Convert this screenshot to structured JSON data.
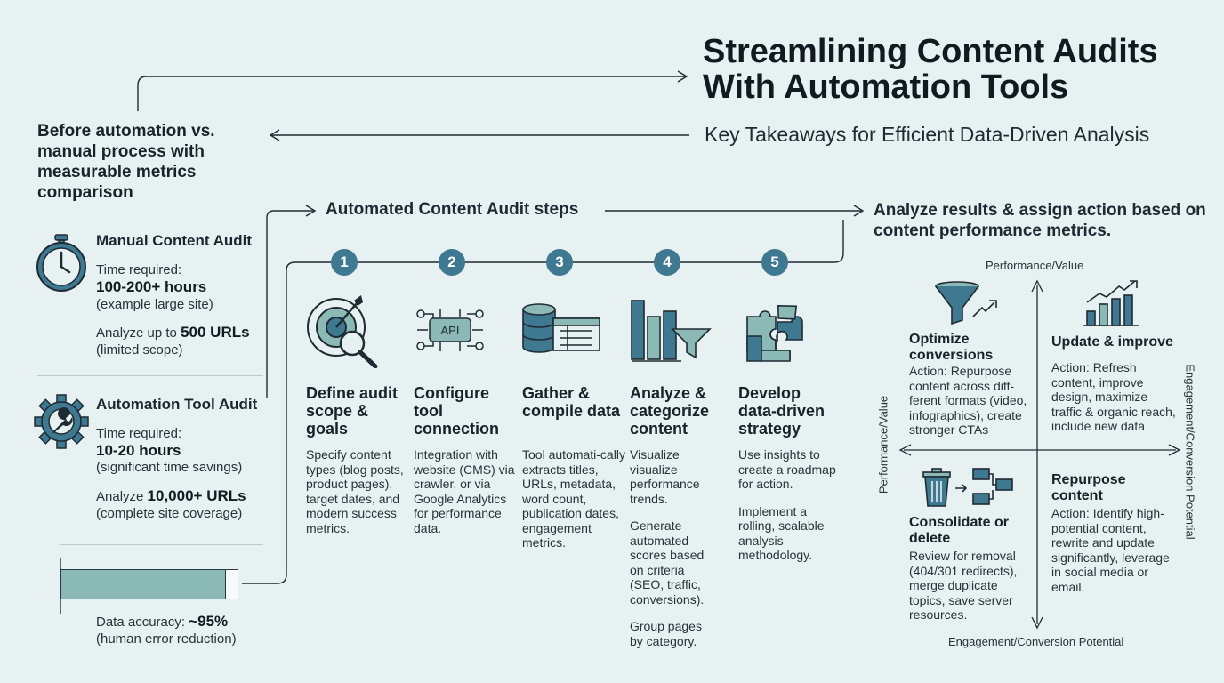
{
  "header": {
    "title": "Streamlining Content Audits With Automation Tools",
    "subtitle": "Key Takeaways for Efficient Data-Driven Analysis"
  },
  "intro": "Before automation vs. manual process with measurable metrics comparison",
  "manual": {
    "heading": "Manual Content Audit",
    "time_label": "Time required:",
    "time_value": "100-200+ hours",
    "time_note": "(example large site)",
    "analyze_prefix": "Analyze up to",
    "analyze_value": "500 URLs",
    "analyze_note": "(limited scope)"
  },
  "automated": {
    "heading": "Automation Tool Audit",
    "time_label": "Time required:",
    "time_value": "10-20 hours",
    "time_note": "(significant time savings)",
    "analyze_prefix": "Analyze",
    "analyze_value": "10,000+ URLs",
    "analyze_note": "(complete site coverage)"
  },
  "accuracy": {
    "label": "Data accuracy:",
    "value": "~95%",
    "note": "(human error reduction)",
    "fill": 0.93
  },
  "steps_heading": "Automated Content Audit steps",
  "steps": [
    {
      "num": "1",
      "title": "Define audit scope & goals",
      "icon": "target-magnifier-icon",
      "paragraphs": [
        "Specify content types (blog posts, product pages), target dates, and modern success metrics."
      ]
    },
    {
      "num": "2",
      "title": "Configure tool connection",
      "icon": "api-icon",
      "paragraphs": [
        "Integration with website (CMS) via crawler, or via Google Analytics for performance data."
      ]
    },
    {
      "num": "3",
      "title": "Gather & compile data",
      "icon": "database-table-icon",
      "paragraphs": [
        "Tool automati-cally extracts titles, URLs, metadata, word count, publication dates, engagement metrics."
      ]
    },
    {
      "num": "4",
      "title": "Analyze & categorize content",
      "icon": "chart-funnel-icon",
      "paragraphs": [
        "Visualize visualize performance trends.",
        "Generate automated scores based on criteria (SEO, traffic, conversions).",
        "Group pages by category."
      ]
    },
    {
      "num": "5",
      "title": "Develop data-driven strategy",
      "icon": "puzzle-icon",
      "paragraphs": [
        "Use insights to create a roadmap for action.",
        "Implement a rolling, scalable analysis methodology."
      ]
    }
  ],
  "analyze_heading": "Analyze results & assign action based on content performance metrics.",
  "matrix": {
    "axis_top": "Performance/Value",
    "axis_bottom": "Engagement/Conversion Potential",
    "axis_left": "Performance/Value",
    "axis_right": "Engagement/Conversion Potential",
    "quadrants": [
      {
        "title": "Optimize conversions",
        "icon": "funnel-icon",
        "text": "Action: Repurpose content across diff-ferent formats (video, infographics), create stronger CTAs"
      },
      {
        "title": "Update & improve",
        "icon": "growth-chart-icon",
        "text": "Action: Refresh content, improve design, maximize traffic & organic reach, include new data"
      },
      {
        "title": "Consolidate or delete",
        "icon": "trash-icon",
        "text": "Review for removal (404/301 redirects), merge duplicate topics, save server resources."
      },
      {
        "title": "Repurpose content",
        "icon": "flow-blocks-icon",
        "text": "Action: Identify high-potential content, rewrite and update significantly, leverage in social media or email."
      }
    ]
  },
  "colors": {
    "teal": "#3f7891",
    "light_teal": "#8ab9b6",
    "background": "#e8f1f1",
    "ink": "#1c2a33"
  }
}
